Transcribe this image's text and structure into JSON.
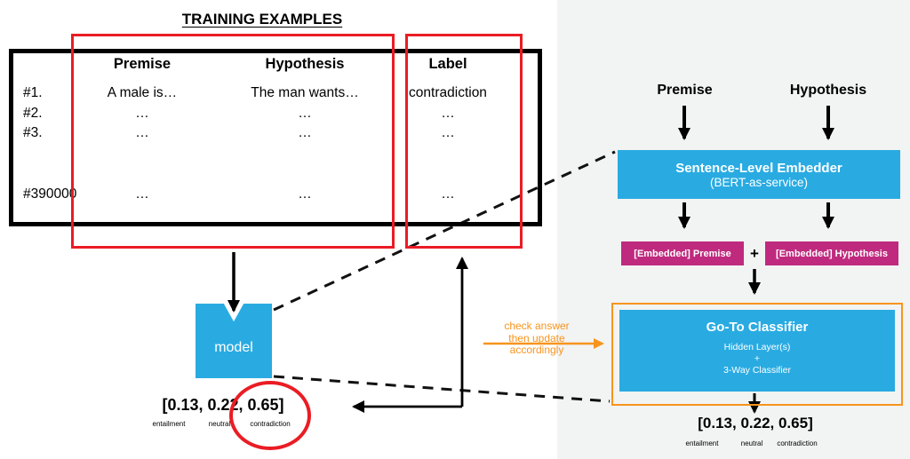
{
  "colors": {
    "blue": "#29abe2",
    "magenta": "#bf2a7e",
    "red": "#ea1c24",
    "orange": "#f7941e",
    "panel": "#f2f3f3"
  },
  "title": "TRAINING EXAMPLES",
  "table": {
    "headers": {
      "premise": "Premise",
      "hypothesis": "Hypothesis",
      "label": "Label"
    },
    "rows": [
      {
        "id": "#1.",
        "premise": "A male is…",
        "hypothesis": "The man wants…",
        "label": "contradiction"
      },
      {
        "id": "#2.",
        "premise": "…",
        "hypothesis": "…",
        "label": "…"
      },
      {
        "id": "#3.",
        "premise": "…",
        "hypothesis": "…",
        "label": "…"
      },
      {
        "id": "."
      },
      {
        "id": "."
      },
      {
        "id": "#390000",
        "premise": "…",
        "hypothesis": "…",
        "label": "…"
      }
    ]
  },
  "model": {
    "label": "model"
  },
  "left_output": {
    "scores": "[0.13, 0.22, 0.65]",
    "classes": [
      "entailment",
      "neutral",
      "contradiction"
    ]
  },
  "feedback": {
    "lines": [
      "check answer",
      "then update",
      "accordingly"
    ]
  },
  "right": {
    "premise_label": "Premise",
    "hypothesis_label": "Hypothesis",
    "embedder_line1": "Sentence-Level Embedder",
    "embedder_line2": "(BERT-as-service)",
    "embedded_premise": "[Embedded] Premise",
    "plus": "+",
    "embedded_hypothesis": "[Embedded] Hypothesis",
    "classifier_title": "Go-To Classifier",
    "classifier_line1": "Hidden Layer(s)",
    "classifier_line2": "+",
    "classifier_line3": "3-Way Classifier",
    "output_scores": "[0.13, 0.22, 0.65]",
    "classes": [
      "entailment",
      "neutral",
      "contradiction"
    ]
  }
}
